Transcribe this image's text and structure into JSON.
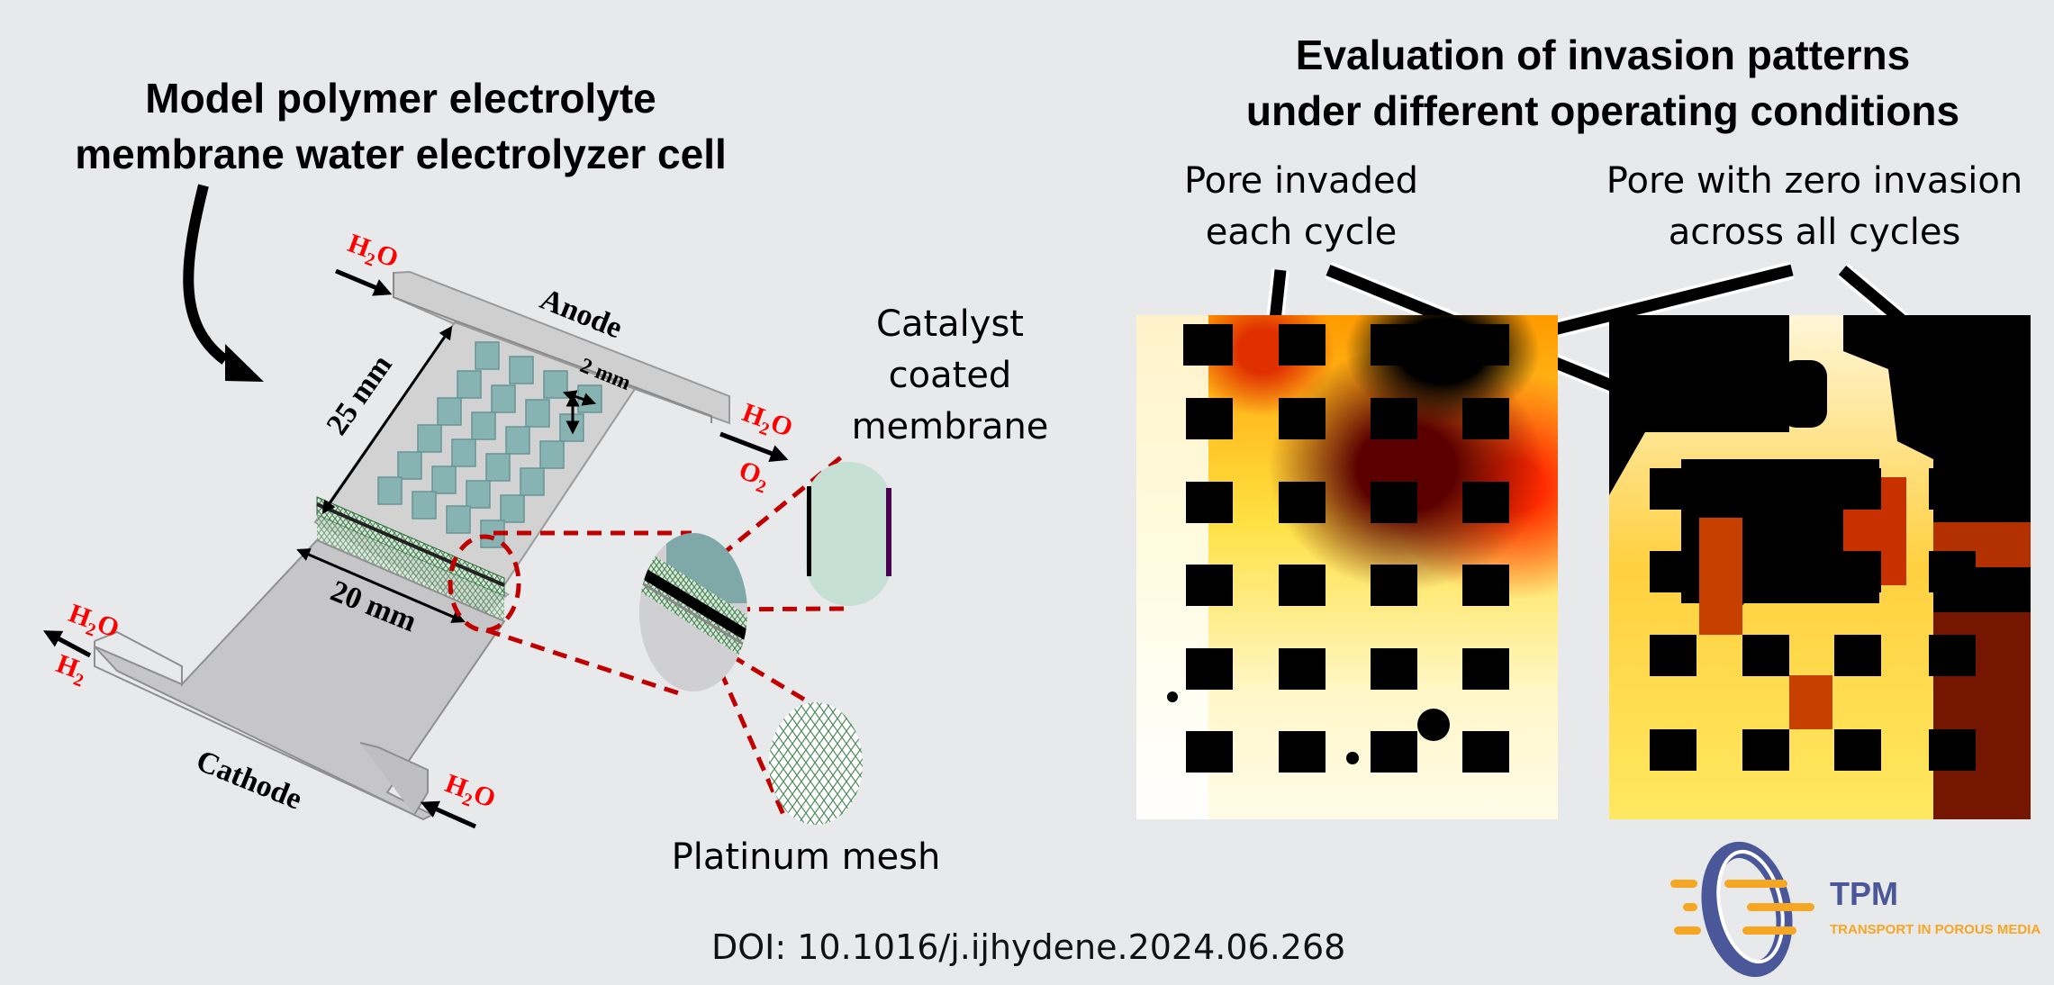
{
  "left_panel": {
    "title_line1": "Model polymer electrolyte",
    "title_line2": "membrane water electrolyzer cell",
    "diagram": {
      "anode_label": "Anode",
      "cathode_label": "Cathode",
      "dim_25": "25 mm",
      "dim_20": "20 mm",
      "dim_2": "2 mm",
      "flows": {
        "anode_in": "H2O",
        "anode_out_1": "H2O",
        "anode_out_2": "O2",
        "cathode_out_1": "H2O",
        "cathode_out_2": "H2",
        "cathode_in": "H2O"
      }
    },
    "callouts": {
      "ccm_line1": "Catalyst",
      "ccm_line2": "coated",
      "ccm_line3": "membrane",
      "mesh": "Platinum mesh"
    }
  },
  "right_panel": {
    "title_line1": "Evaluation of invasion patterns",
    "title_line2": "under different operating conditions",
    "annotation_left_line1": "Pore invaded",
    "annotation_left_line2": "each cycle",
    "annotation_right_line1": "Pore with zero invasion",
    "annotation_right_line2": "across all cycles",
    "images": [
      "invasion-map-condition-1",
      "invasion-map-condition-2"
    ]
  },
  "footer": {
    "doi": "DOI: 10.1016/j.ijhydene.2024.06.268"
  },
  "logo": {
    "abbr": "TPM",
    "name": "TRANSPORT IN POROUS MEDIA"
  },
  "colors": {
    "background": "#e8e9eb",
    "highlight_red": "#ff0000",
    "dashed_red": "#c00000",
    "pillar_teal": "#7fb0b0",
    "logo_blue": "#4a5899",
    "logo_orange": "#f5a623"
  }
}
